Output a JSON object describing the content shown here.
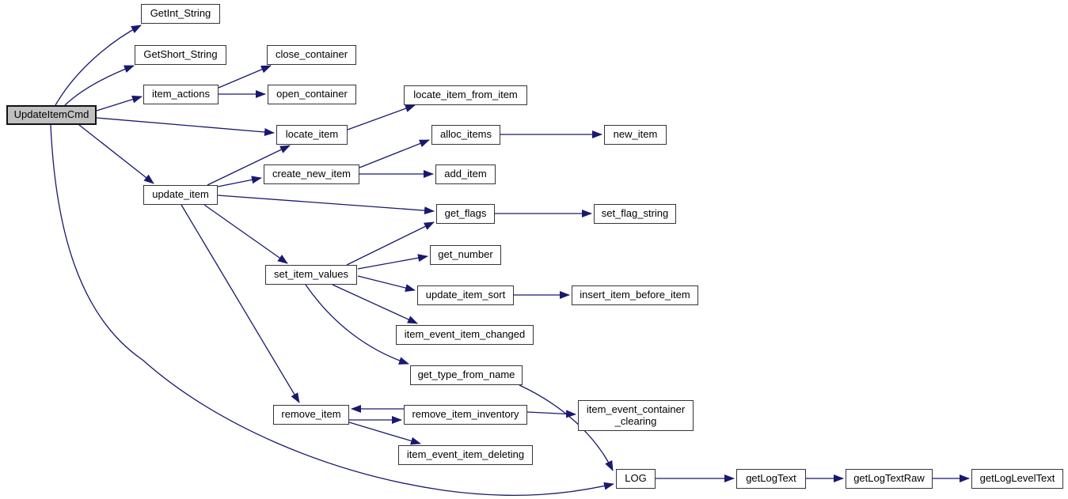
{
  "graph": {
    "nodes": {
      "UpdateItemCmd": {
        "label": "UpdateItemCmd",
        "highlighted": true
      },
      "GetInt_String": {
        "label": "GetInt_String"
      },
      "GetShort_String": {
        "label": "GetShort_String"
      },
      "item_actions": {
        "label": "item_actions"
      },
      "close_container": {
        "label": "close_container"
      },
      "open_container": {
        "label": "open_container"
      },
      "locate_item": {
        "label": "locate_item"
      },
      "locate_item_from_item": {
        "label": "locate_item_from_item"
      },
      "alloc_items": {
        "label": "alloc_items"
      },
      "new_item": {
        "label": "new_item"
      },
      "create_new_item": {
        "label": "create_new_item"
      },
      "add_item": {
        "label": "add_item"
      },
      "update_item": {
        "label": "update_item"
      },
      "get_flags": {
        "label": "get_flags"
      },
      "set_flag_string": {
        "label": "set_flag_string"
      },
      "get_number": {
        "label": "get_number"
      },
      "set_item_values": {
        "label": "set_item_values"
      },
      "update_item_sort": {
        "label": "update_item_sort"
      },
      "insert_item_before_item": {
        "label": "insert_item_before_item"
      },
      "item_event_item_changed": {
        "label": "item_event_item_changed"
      },
      "get_type_from_name": {
        "label": "get_type_from_name"
      },
      "remove_item": {
        "label": "remove_item"
      },
      "remove_item_inventory": {
        "label": "remove_item_inventory"
      },
      "item_event_container_clearing": {
        "label": "item_event_container\n_clearing"
      },
      "item_event_item_deleting": {
        "label": "item_event_item_deleting"
      },
      "LOG": {
        "label": "LOG"
      },
      "getLogText": {
        "label": "getLogText"
      },
      "getLogTextRaw": {
        "label": "getLogTextRaw"
      },
      "getLogLevelText": {
        "label": "getLogLevelText"
      }
    },
    "edges": [
      {
        "from": "UpdateItemCmd",
        "to": "GetInt_String"
      },
      {
        "from": "UpdateItemCmd",
        "to": "GetShort_String"
      },
      {
        "from": "UpdateItemCmd",
        "to": "item_actions"
      },
      {
        "from": "UpdateItemCmd",
        "to": "locate_item"
      },
      {
        "from": "UpdateItemCmd",
        "to": "update_item"
      },
      {
        "from": "UpdateItemCmd",
        "to": "LOG"
      },
      {
        "from": "item_actions",
        "to": "close_container"
      },
      {
        "from": "item_actions",
        "to": "open_container"
      },
      {
        "from": "locate_item",
        "to": "locate_item_from_item"
      },
      {
        "from": "update_item",
        "to": "locate_item"
      },
      {
        "from": "update_item",
        "to": "create_new_item"
      },
      {
        "from": "update_item",
        "to": "get_flags"
      },
      {
        "from": "update_item",
        "to": "set_item_values"
      },
      {
        "from": "update_item",
        "to": "remove_item"
      },
      {
        "from": "create_new_item",
        "to": "alloc_items"
      },
      {
        "from": "create_new_item",
        "to": "add_item"
      },
      {
        "from": "alloc_items",
        "to": "new_item"
      },
      {
        "from": "get_flags",
        "to": "set_flag_string"
      },
      {
        "from": "set_item_values",
        "to": "get_flags"
      },
      {
        "from": "set_item_values",
        "to": "get_number"
      },
      {
        "from": "set_item_values",
        "to": "update_item_sort"
      },
      {
        "from": "set_item_values",
        "to": "item_event_item_changed"
      },
      {
        "from": "set_item_values",
        "to": "get_type_from_name"
      },
      {
        "from": "update_item_sort",
        "to": "insert_item_before_item"
      },
      {
        "from": "get_type_from_name",
        "to": "LOG"
      },
      {
        "from": "remove_item_inventory",
        "to": "remove_item"
      },
      {
        "from": "remove_item",
        "to": "remove_item_inventory"
      },
      {
        "from": "remove_item",
        "to": "item_event_item_deleting"
      },
      {
        "from": "remove_item_inventory",
        "to": "item_event_container_clearing"
      },
      {
        "from": "LOG",
        "to": "getLogText"
      },
      {
        "from": "getLogText",
        "to": "getLogTextRaw"
      },
      {
        "from": "getLogTextRaw",
        "to": "getLogLevelText"
      }
    ]
  },
  "colors": {
    "edge_color": "#191970",
    "node_fill": "#ffffff",
    "node_border": "#353535",
    "root_fill": "#c0c0c0",
    "root_border": "#111111",
    "text_color": "#000000",
    "bg": "#ffffff"
  }
}
